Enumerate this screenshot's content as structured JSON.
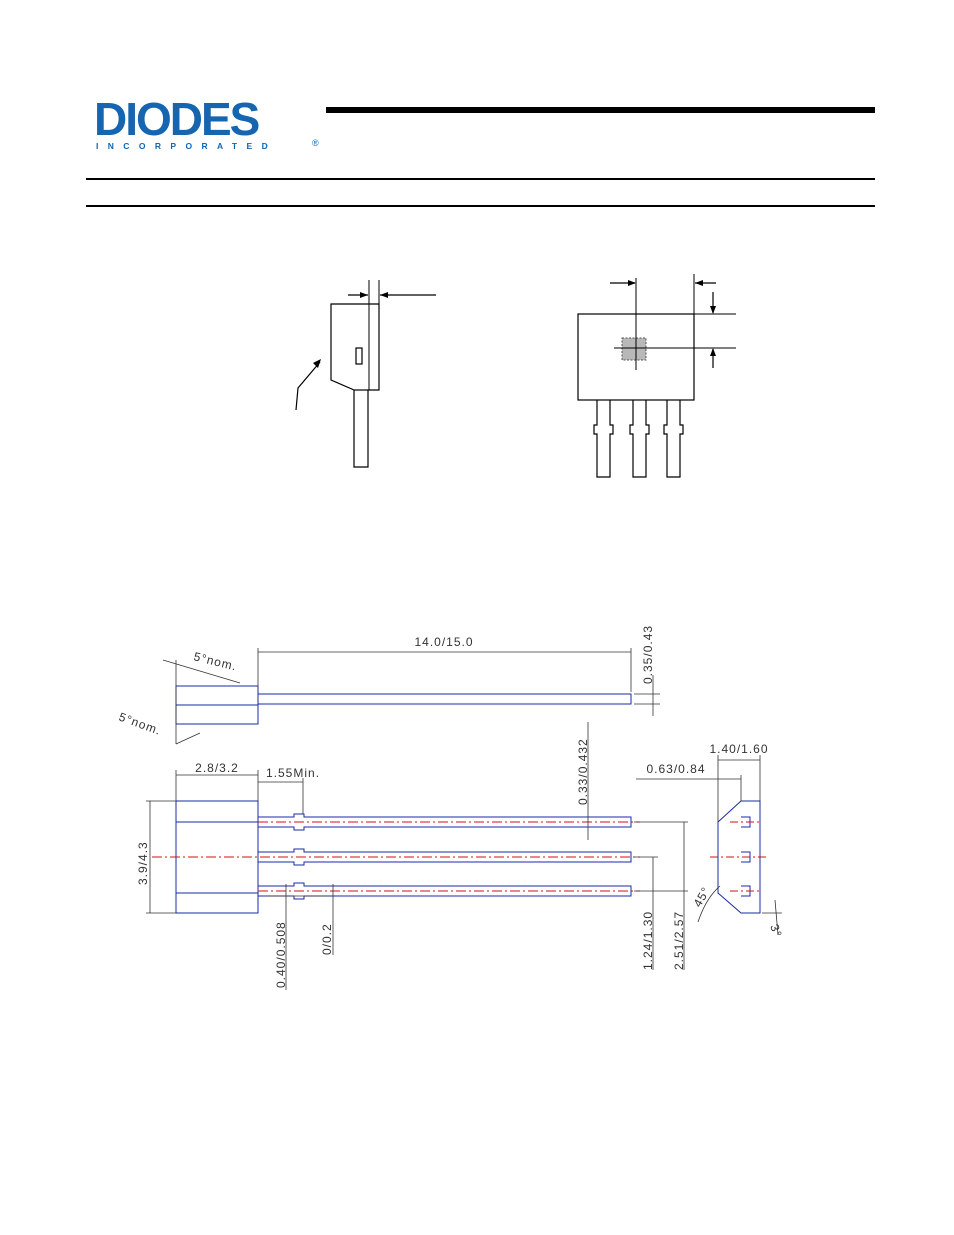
{
  "header": {
    "logo_main": "DIODES",
    "logo_sub": "INCORPORATED",
    "logo_reg": "®"
  },
  "colors": {
    "logo_blue": "#1565b0",
    "outline_blue": "#1a2aa8",
    "centerline_red": "#d41010",
    "dimension_gray": "#333333"
  },
  "drawing": {
    "dims": {
      "lead_length": "14.0/15.0",
      "lead_thickness": "0.35/0.43",
      "draft_top": "5°nom.",
      "draft_bottom": "5°nom.",
      "body_length": "2.8/3.2",
      "lead_start": "1.55Min.",
      "body_width": "3.9/4.3",
      "lead_width": "0.33/0.432",
      "side_depth": "1.40/1.60",
      "side_offset": "0.63/0.84",
      "pitch": "1.24/1.30",
      "span": "2.51/2.57",
      "dambar": "0.40/0.508",
      "protrusion": "0/0.2",
      "chamfer": "45°",
      "angle": "3°"
    }
  }
}
